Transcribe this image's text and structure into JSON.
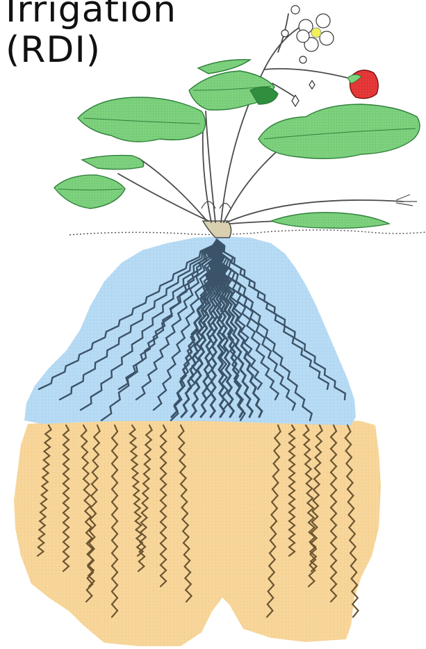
{
  "title": {
    "line1": "Irrigation",
    "line2": "(RDI)"
  },
  "colors": {
    "wet_zone": "#b9dcf5",
    "wet_zone_grid": "#9cc8ea",
    "dry_zone": "#f8d79c",
    "dry_zone_grid": "#eec27c",
    "roots_wet": "#3b5368",
    "roots_dry": "#6b5530",
    "leaf": "#7fd27f",
    "leaf_dark": "#2f7f3a",
    "strawberry": "#e83a3a",
    "flower_center": "#f2ef58",
    "stem": "#4a4a4a",
    "soil_line": "#555555"
  },
  "icons": {
    "plant": "strawberry-plant-icon",
    "fruit": "strawberry-icon",
    "flower": "flower-icon"
  },
  "zones": [
    {
      "name": "wet-zone",
      "state": "irrigated"
    },
    {
      "name": "dry-zone",
      "state": "dry"
    }
  ]
}
